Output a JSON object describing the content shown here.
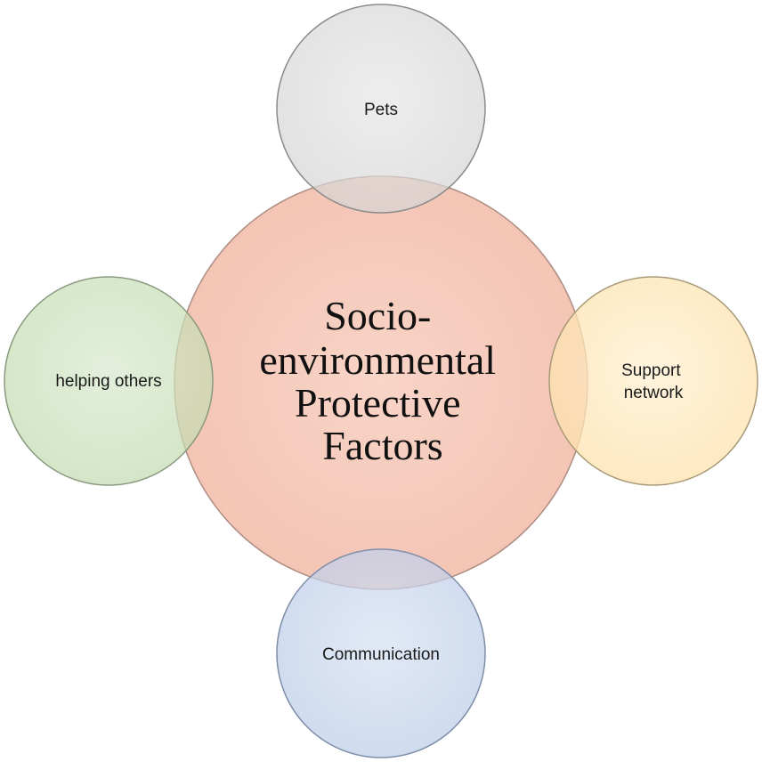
{
  "diagram": {
    "center": {
      "lines": [
        "Socio-",
        "environmental",
        "Protective",
        "Factors"
      ],
      "color": "#f4b8a6"
    },
    "top": {
      "lines": [
        "Pets"
      ],
      "color": "#d0d0d0"
    },
    "left": {
      "lines": [
        "helping others"
      ],
      "color": "#b9d7a6"
    },
    "right": {
      "lines": [
        "Support",
        "network"
      ],
      "color": "#fde0a3"
    },
    "bottom": {
      "lines": [
        "Communication"
      ],
      "color": "#b4c7e6"
    }
  }
}
